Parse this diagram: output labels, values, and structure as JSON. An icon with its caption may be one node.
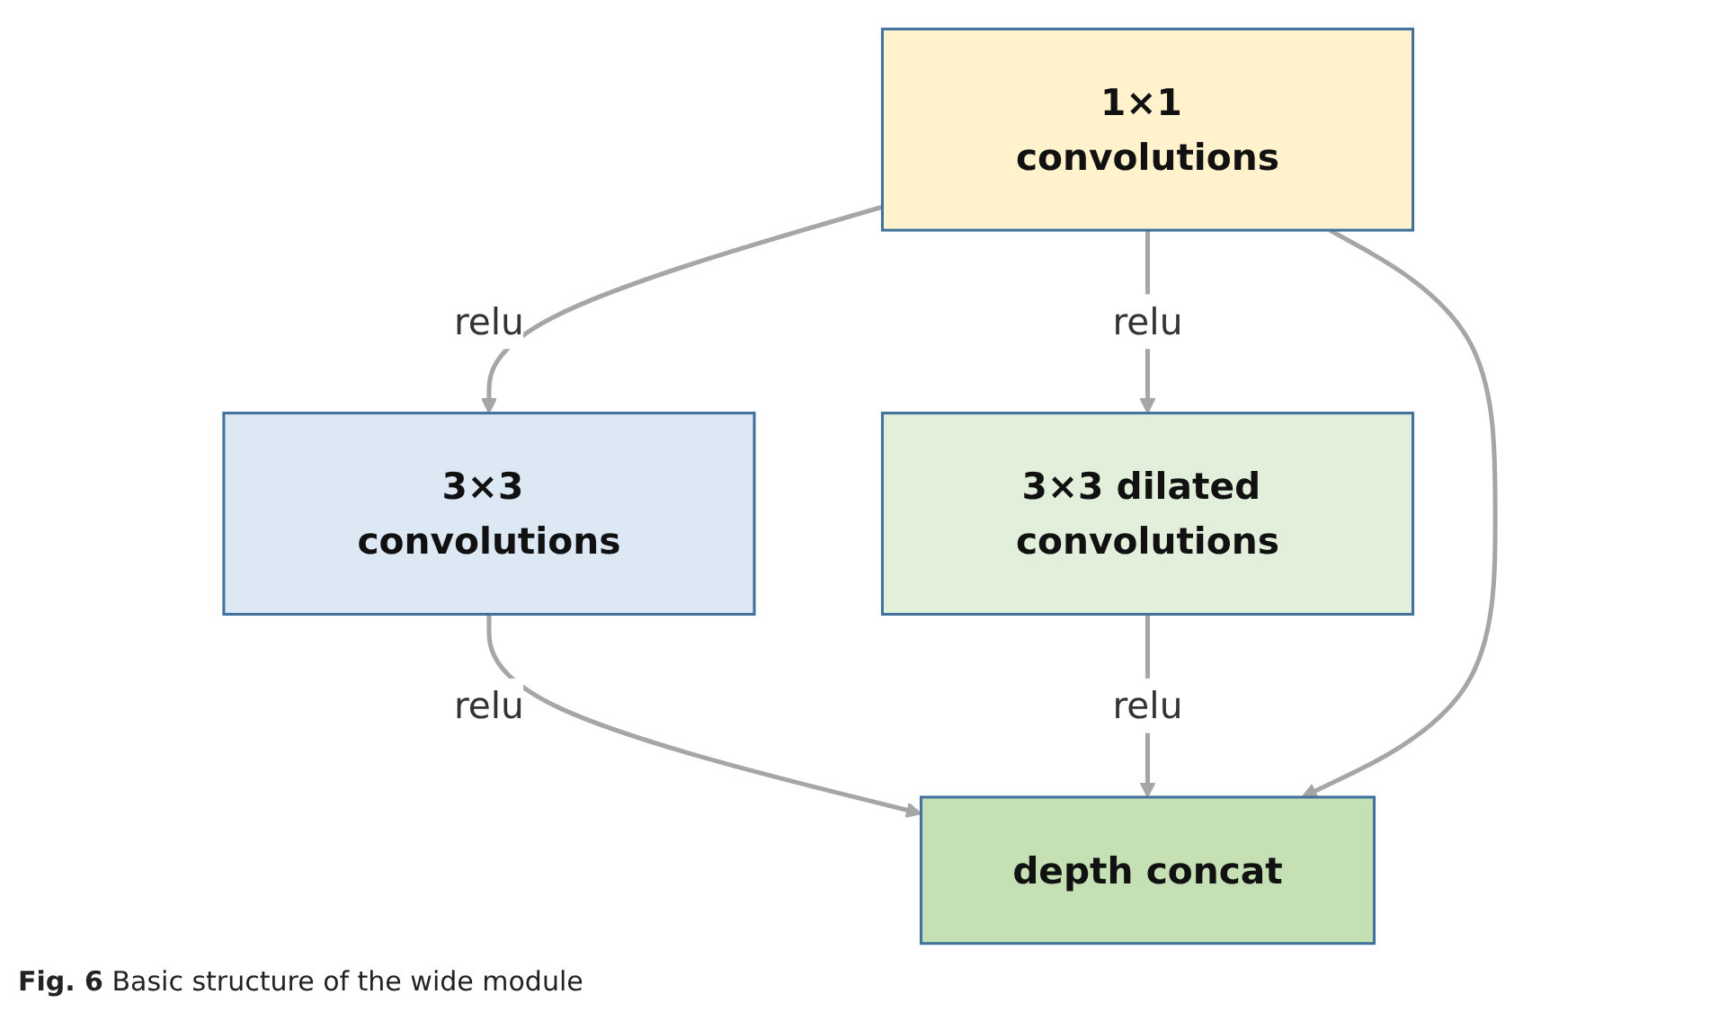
{
  "diagram": {
    "caption": "**Fig. 6** Basic structure of the wide module",
    "nodes": [
      {
        "text": [
          "1×1 convolutions"
        ]
      },
      {
        "text": [
          "3×3 convolutions"
        ]
      },
      {
        "text": [
          "3×3 dilated convolutions"
        ]
      },
      {
        "text": [
          "depth concat"
        ]
      }
    ],
    "edges": [
      {
        "from": 0,
        "to": 1,
        "arrow": "to",
        "label": "relu"
      },
      {
        "from": 0,
        "to": 2,
        "arrow": "to",
        "label": "relu"
      },
      {
        "from": 1,
        "to": 3,
        "arrow": "to",
        "label": "relu"
      },
      {
        "from": 2,
        "to": 3,
        "arrow": "to",
        "label": "relu"
      },
      {
        "from": 0,
        "to": 3,
        "arrow": "to"
      }
    ]
  }
}
